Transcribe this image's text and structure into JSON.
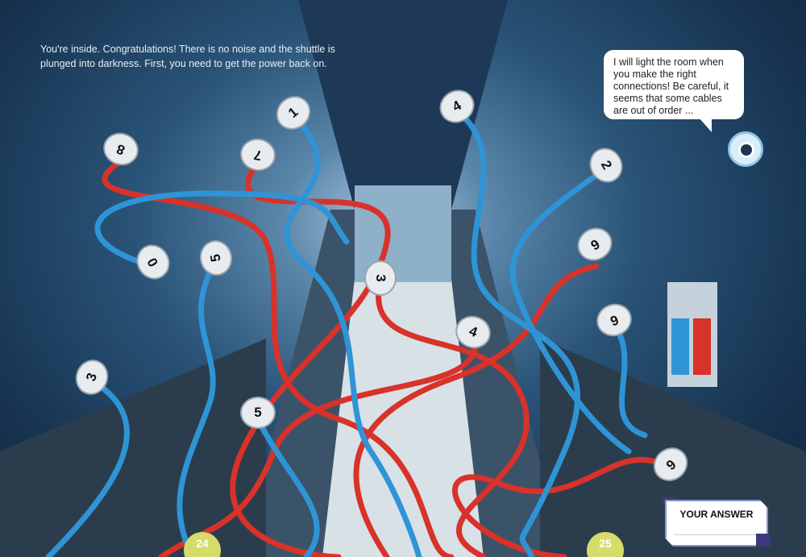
{
  "intro_text": "You're inside. Congratulations! There is no noise and the shuttle is plunged into darkness. First, you need to get the power back on.",
  "robot_speech": "I will light the room when you make the right connections! Be careful, it seems that some cables are out of order ...",
  "plugs": [
    "8",
    "7",
    "1",
    "0",
    "5",
    "3",
    "4",
    "2",
    "6",
    "6",
    "4",
    "3",
    "5",
    "6"
  ],
  "answer_label": "YOUR ANSWER",
  "page_left": "24",
  "page_right": "25",
  "colors": {
    "red_cable": "#d8322a",
    "blue_cable": "#2f94d6",
    "page_badge": "#d5dc6a",
    "answer_frame": "#3b3a7e"
  }
}
